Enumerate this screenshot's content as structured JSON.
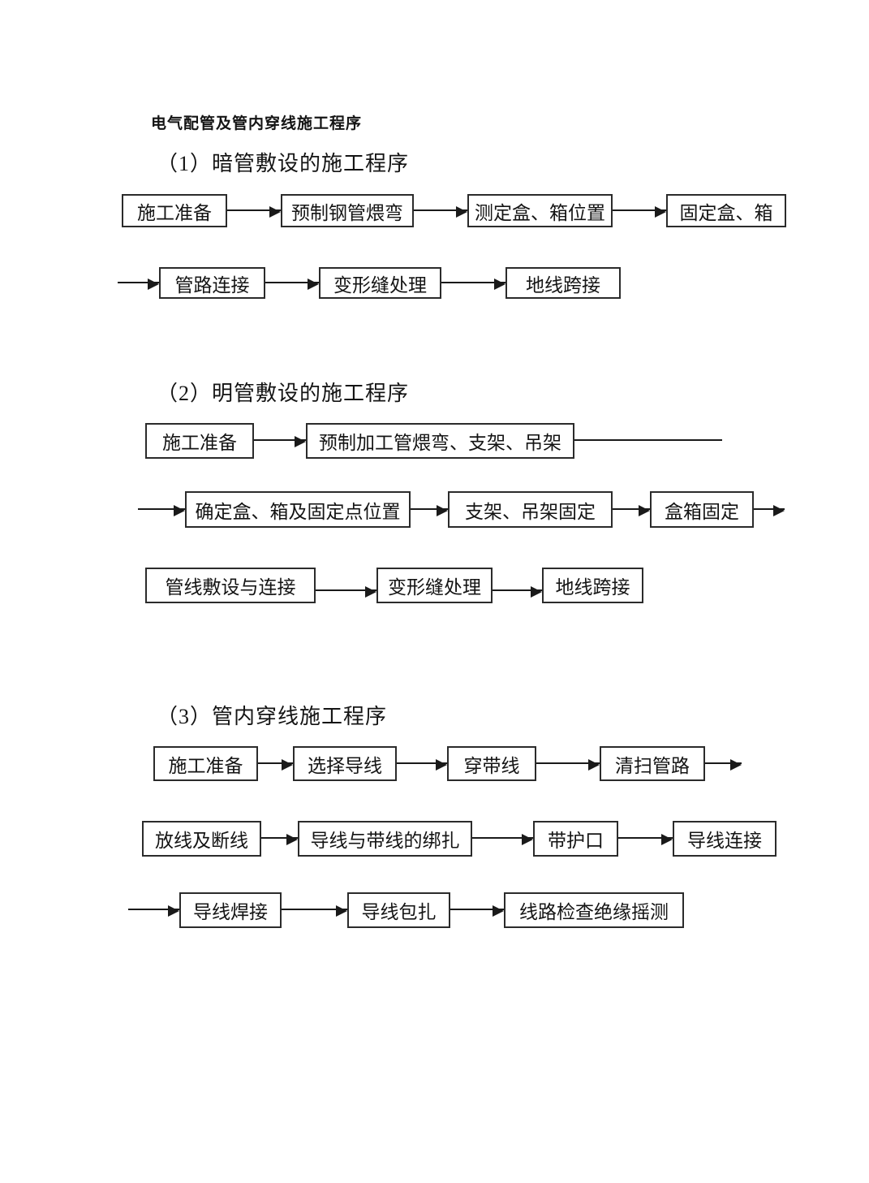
{
  "page": {
    "title": "电气配管及管内穿线施工程序"
  },
  "sections": [
    {
      "heading": "（1）暗管敷设的施工程序",
      "rows": [
        {
          "boxes": [
            "施工准备",
            "预制钢管煨弯",
            "测定盒、箱位置",
            "固定盒、箱"
          ]
        },
        {
          "boxes": [
            "管路连接",
            "变形缝处理",
            "地线跨接"
          ]
        }
      ]
    },
    {
      "heading": "（2）明管敷设的施工程序",
      "rows": [
        {
          "boxes": [
            "施工准备",
            "预制加工管煨弯、支架、吊架"
          ]
        },
        {
          "boxes": [
            "确定盒、箱及固定点位置",
            "支架、吊架固定",
            "盒箱固定"
          ]
        },
        {
          "boxes": [
            "管线敷设与连接",
            "变形缝处理",
            "地线跨接"
          ]
        }
      ]
    },
    {
      "heading": "（3）管内穿线施工程序",
      "rows": [
        {
          "boxes": [
            "施工准备",
            "选择导线",
            "穿带线",
            "清扫管路"
          ]
        },
        {
          "boxes": [
            "放线及断线",
            "导线与带线的绑扎",
            "带护口",
            "导线连接"
          ]
        },
        {
          "boxes": [
            "导线焊接",
            "导线包扎",
            "线路检查绝缘摇测"
          ]
        }
      ]
    }
  ]
}
